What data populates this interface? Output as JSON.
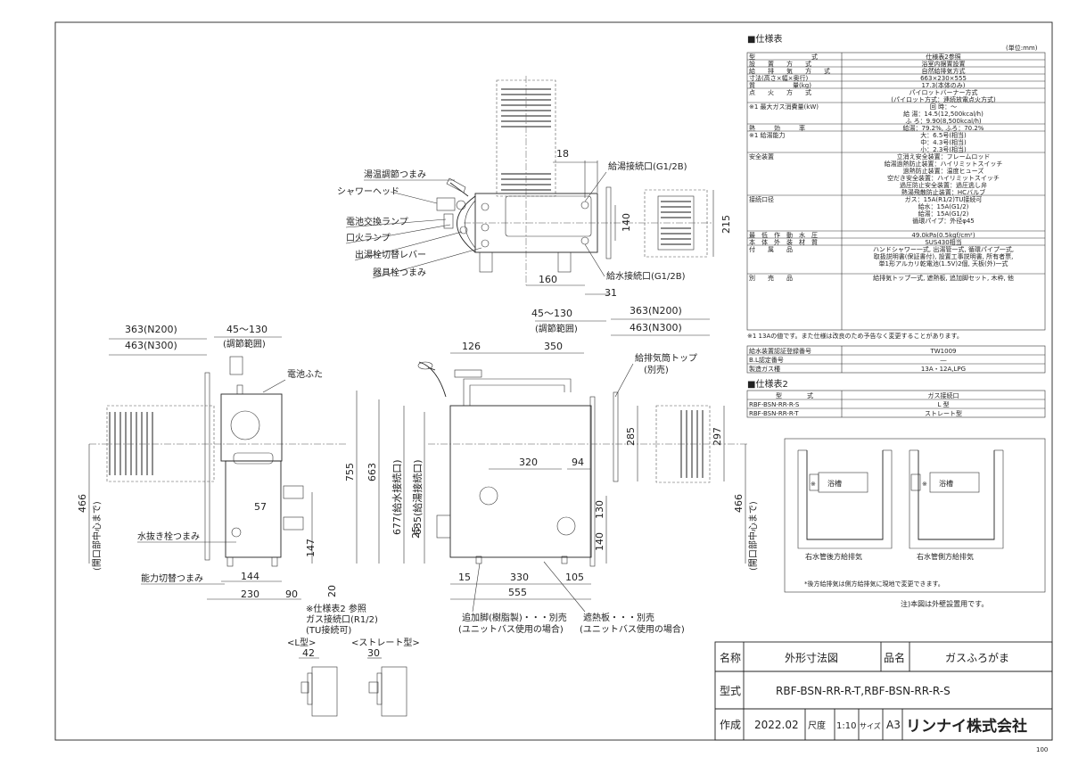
{
  "spec": {
    "title": "■仕様表",
    "unit": "(単位:mm)",
    "rows": [
      {
        "label": "型　　　　　　　　　式",
        "value": "仕様表2参照"
      },
      {
        "label": "設　　置　　方　　式",
        "value": "浴室内据置設置"
      },
      {
        "label": "給　　排　　気　　方　　式",
        "value": "自然給排気方式"
      },
      {
        "label": "寸法(高さ×幅×奥行)",
        "value": "663×230×555"
      },
      {
        "label": "質　　　　　　量(kg)",
        "value": "17.3(本体のみ)"
      },
      {
        "label": "点　　火　　方　　式",
        "value": "パイロットバーナー方式\n(パイロット方式：連続放電点火方式)"
      },
      {
        "label": "※1 最大ガス消費量(kW)",
        "value": "回 時：〜 / 給 湯：14.5(12,500kcal/h) / ふ ろ：9.90(8,500kcal/h)"
      },
      {
        "label": "熱　　　効　　　率",
        "value": "給湯：79.2%, ふろ：70.2%"
      },
      {
        "label": "※1 給湯能力",
        "value": "大：6.5号(相当) / 中：4.3号(相当) / 小：2.3号(相当)"
      },
      {
        "label": "安全装置",
        "value": "立消え安全装置：フレームロッド / 給湯過熱防止装置：ハイリミットスイッチ / 過熱防止装置：温度ヒューズ / 空だき安全装置：ハイリミットスイッチ / 過圧防止安全装置：過圧逃し弁 / 熱湯飛散防止装置：HCバルブ"
      },
      {
        "label": "接続口径",
        "value": "ガス：15A(R1/2)TU接続可 / 給水：15A(G1/2) / 給湯：15A(G1/2) / 循環パイプ：外径φ45"
      },
      {
        "label": "最　低　作　動　水　圧",
        "value": "49.0kPa(0.5kgf/cm²)"
      },
      {
        "label": "本　体　外　装　材　質",
        "value": "SUS430相当"
      },
      {
        "label": "付　　属　　品",
        "value": "ハンドシャワー一式, 出湯管一式, 循環パイプ一式,\n取扱説明書(保証書付), 設置工事説明書, 所有者票,\n単1形アルカリ乾電池(1.5V)2個, 天板(外)一式"
      },
      {
        "label": "別　　売　　品",
        "value": "給排気トップ一式, 遮熱板, 追加脚セット, 木枠, 他"
      }
    ],
    "note": "※1 13Aの値です。また仕様は改良のため予告なく変更することがあります。",
    "cert_rows": [
      {
        "label": "給水装置認証登録番号",
        "value": "TW1009"
      },
      {
        "label": "B.L認定番号",
        "value": "―"
      },
      {
        "label": "製造ガス種",
        "value": "13A・12A,LPG"
      }
    ],
    "table2_title": "■仕様表2",
    "table2_header": [
      "型　　　　式",
      "ガス接続口"
    ],
    "table2_rows": [
      [
        "RBF-BSN-RR-R-S",
        "L 型"
      ],
      [
        "RBF-BSN-RR-R-T",
        "ストレート型"
      ]
    ]
  },
  "labels": {
    "top_view": [
      "湯温調節つまみ",
      "シャワーヘッド",
      "電池交換ランプ",
      "口火ランプ",
      "出湯栓切替レバー",
      "器具栓つまみ"
    ],
    "hot_water_port": "給湯接続口(G1/2B)",
    "cold_water_port": "給水接続口(G1/2B)",
    "battery_cover": "電池ふた",
    "drain_knob": "水抜き栓つまみ",
    "capacity_knob": "能力切替つまみ",
    "adjust_range": "(調節範囲)",
    "flue_top": "給排気筒トップ",
    "flue_top_sub": "(別売)",
    "opening_center": "(開口部中心まで)",
    "gas_port_ref_1": "※仕様表2 参照",
    "gas_port_ref_2": "ガス接続口(R1/2)",
    "gas_port_ref_3": "(TU接続可)",
    "l_type": "<L型>",
    "straight_type": "<ストレート型>",
    "extra_leg": "追加脚(樹脂製)・・・別売",
    "extra_leg_sub": "(ユニットバス使用の場合)",
    "heat_shield": "遮熱板・・・別売",
    "heat_shield_sub": "(ユニットバス使用の場合)",
    "bath": "浴槽",
    "rear_exhaust": "右水管後方給排気",
    "side_exhaust": "右水管側方給排気",
    "rear_note": "*後方給排気は側方給排気に現地で変更できます。",
    "wall_note": "注)本図は外壁設置用です。",
    "rice_mark": "※",
    "vent_top": "(給水接続口)",
    "vent_hot": "(給湯接続口)"
  },
  "dims": {
    "top_18": "18",
    "top_140": "140",
    "top_215": "215",
    "top_160": "160",
    "top_31": "31",
    "s363": "363(N200)",
    "s463": "463(N300)",
    "s45_130": "45〜130",
    "side_466": "466",
    "side_57": "57",
    "side_147": "147",
    "side_144": "144",
    "side_230": "230",
    "side_90": "90",
    "side_20": "20",
    "f126": "126",
    "f350": "350",
    "f755": "755",
    "f663": "663",
    "f677": "677(給水接続口)",
    "f635": "635(給湯接続口)",
    "f320": "320",
    "f94": "94",
    "f285": "285",
    "f297": "297",
    "f466": "466",
    "f25": "25",
    "f130": "130",
    "f140": "140",
    "f15": "15",
    "f330": "330",
    "f105": "105",
    "f555": "555",
    "conn_42": "42",
    "conn_30": "30"
  },
  "title_block": {
    "name_label": "名称",
    "name_value": "外形寸法図",
    "product_label": "品名",
    "product_value": "ガスふろがま",
    "model_label": "型式",
    "model_value": "RBF-BSN-RR-R-T,RBF-BSN-RR-R-S",
    "created_label": "作成",
    "created_value": "2022.02",
    "scale_label": "尺度",
    "scale_value": "1:10",
    "size_label": "サイズ",
    "size_value": "A3",
    "company": "リンナイ株式会社",
    "page_no": "100"
  }
}
